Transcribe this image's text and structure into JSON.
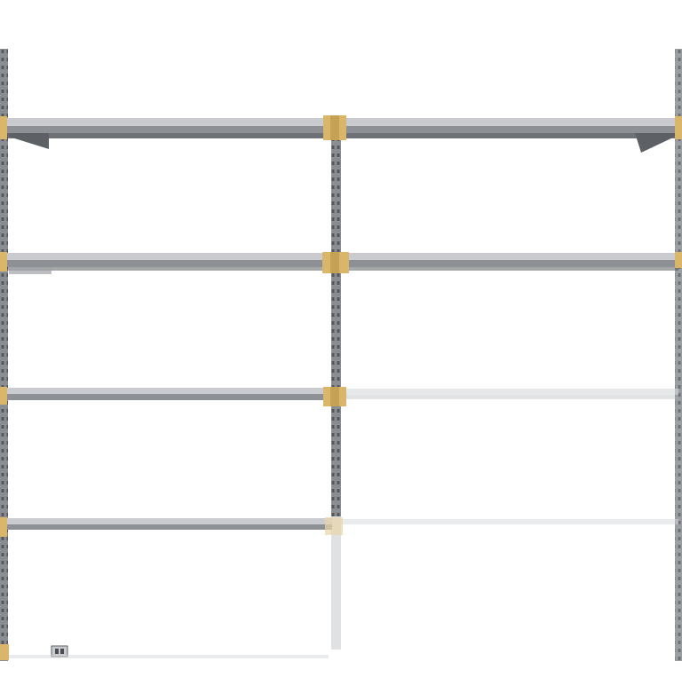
{
  "scene": {
    "subject": "metal-shelving-unit",
    "background_color": "#ffffff",
    "colors": {
      "upright": "#8a8e92",
      "upright_dark": "#5d6166",
      "shelf_top": "#c9cbce",
      "shelf_front": "#8d9094",
      "shelf_shadow": "#4a4d52",
      "bracket": "#d9b66a",
      "bracket_dark": "#b8924a"
    },
    "shelf_levels": 4,
    "upright_count": 3,
    "bays": 2
  }
}
